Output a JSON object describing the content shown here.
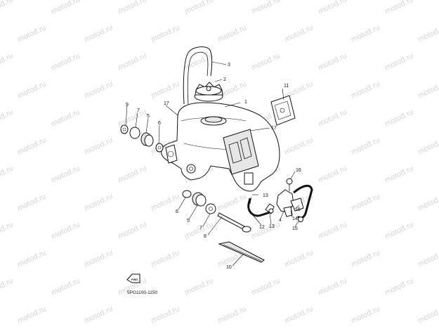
{
  "diagram": {
    "code": "5PG1100-1150",
    "watermark_text": "motod.ru",
    "fwd_label": "FWD",
    "callouts": [
      {
        "id": "c1",
        "label": "1"
      },
      {
        "id": "c2",
        "label": "2"
      },
      {
        "id": "c3",
        "label": "3"
      },
      {
        "id": "c4",
        "label": "4"
      },
      {
        "id": "c5a",
        "label": "5"
      },
      {
        "id": "c5b",
        "label": "5"
      },
      {
        "id": "c6a",
        "label": "6"
      },
      {
        "id": "c6b",
        "label": "6"
      },
      {
        "id": "c7a",
        "label": "7"
      },
      {
        "id": "c7b",
        "label": "7"
      },
      {
        "id": "c8",
        "label": "8"
      },
      {
        "id": "c9",
        "label": "9"
      },
      {
        "id": "c10",
        "label": "10"
      },
      {
        "id": "c11",
        "label": "11"
      },
      {
        "id": "c12",
        "label": "12"
      },
      {
        "id": "c13a",
        "label": "13"
      },
      {
        "id": "c13b",
        "label": "13"
      },
      {
        "id": "c14",
        "label": "14"
      },
      {
        "id": "c15a",
        "label": "15"
      },
      {
        "id": "c15b",
        "label": "15"
      },
      {
        "id": "c16",
        "label": "16"
      },
      {
        "id": "c17a",
        "label": "17"
      },
      {
        "id": "c17b",
        "label": "17"
      }
    ]
  }
}
